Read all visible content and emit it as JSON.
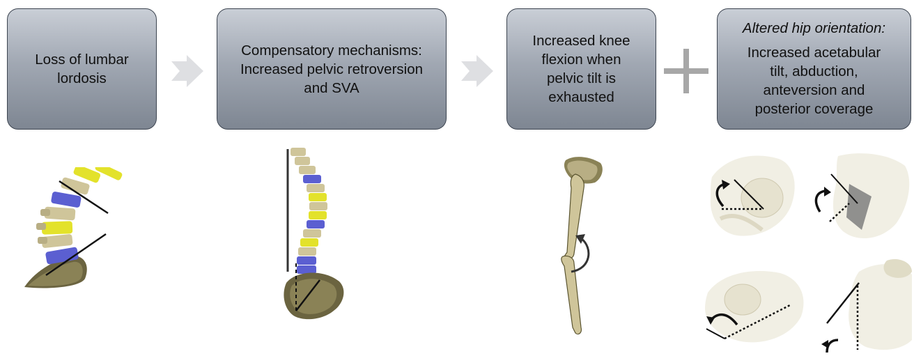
{
  "boxes": [
    {
      "lines": [
        "Loss of lumbar",
        "lordosis"
      ]
    },
    {
      "lines": [
        "Compensatory mechanisms:",
        "Increased pelvic retroversion",
        "and SVA"
      ]
    },
    {
      "lines": [
        "Increased knee",
        "flexion when",
        "pelvic tilt is",
        "exhausted"
      ]
    },
    {
      "heading": "Altered hip orientation:",
      "lines": [
        "Increased acetabular",
        "tilt, abduction,",
        "anteversion and",
        "posterior coverage"
      ]
    }
  ],
  "icons": {
    "arrow_1": "chevron-arrow-right-icon",
    "arrow_2": "chevron-arrow-right-icon",
    "plus": "plus-icon"
  },
  "colors": {
    "box_top": "#c9ced6",
    "box_bottom": "#7e8692",
    "box_border": "#3c4450",
    "arrow": "#dedfe2",
    "plus": "#a7a7a7",
    "bone": "#cfc59a",
    "bone_dark": "#5a5430",
    "vertebra_blue": "#5b5fd1",
    "vertebra_yellow": "#e3e22b",
    "pelvis_light": "#f1efe4"
  }
}
